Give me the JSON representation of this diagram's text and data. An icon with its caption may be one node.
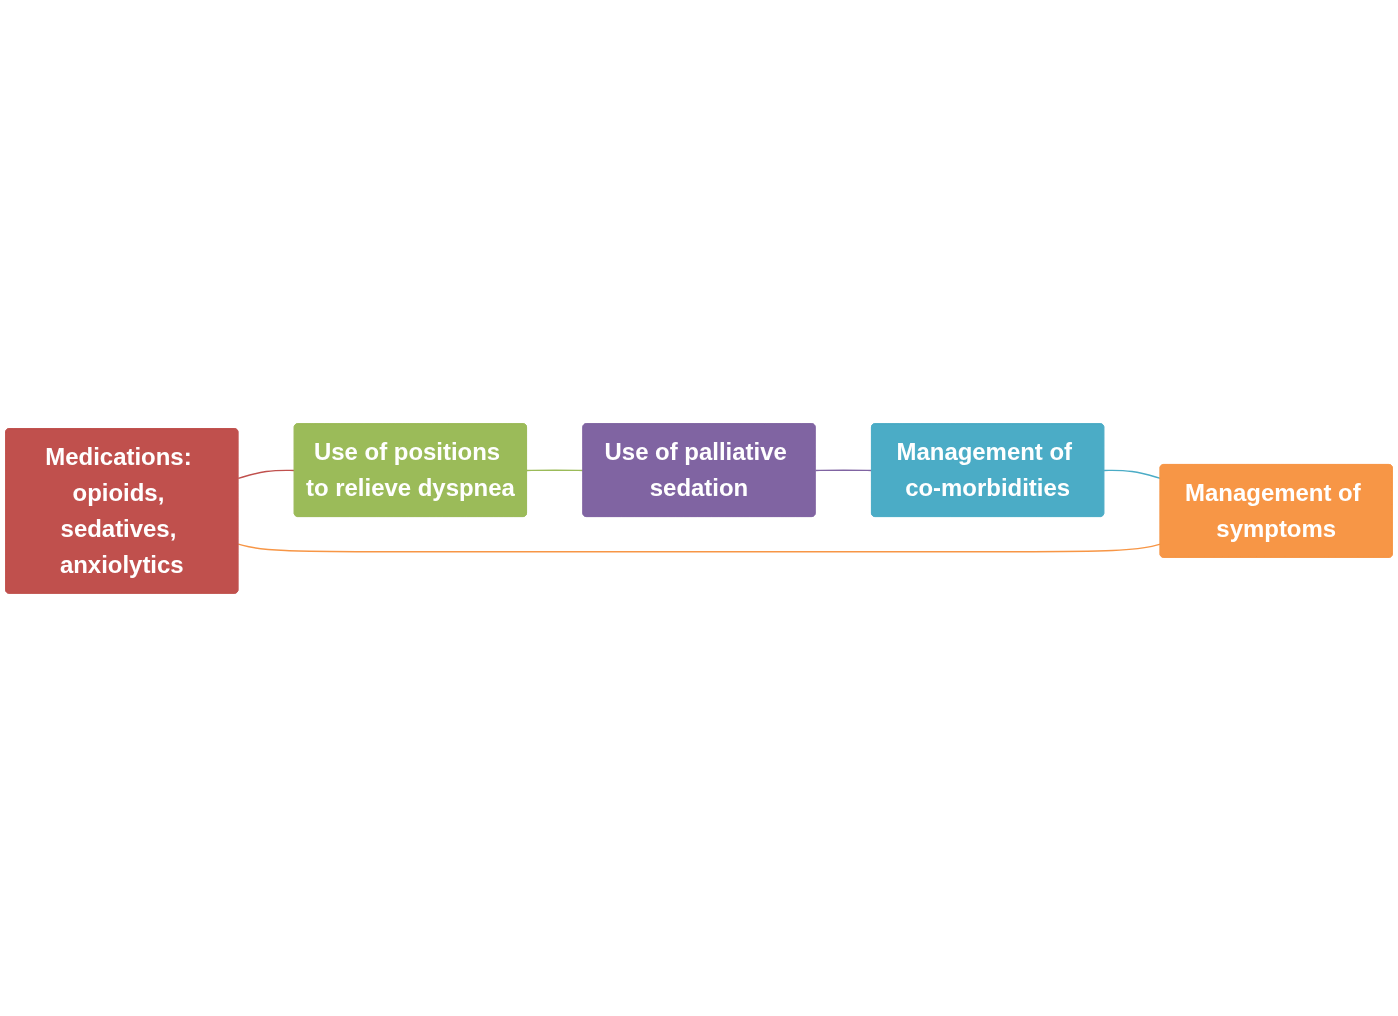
{
  "diagram": {
    "nodes": [
      {
        "text": [
          "Medications: opioids, sedatives, anxiolytics"
        ]
      },
      {
        "text": [
          "Use of positions to relieve dyspnea"
        ]
      },
      {
        "text": [
          "Use of palliative sedation"
        ]
      },
      {
        "text": [
          "Management of co-morbidities"
        ]
      },
      {
        "text": [
          "Management of symptoms"
        ]
      }
    ],
    "edges": [
      {
        "from": 0,
        "to": 1,
        "arrow": "none",
        "color": "#c0504d"
      },
      {
        "from": 1,
        "to": 2,
        "arrow": "none",
        "color": "#9bbb59"
      },
      {
        "from": 2,
        "to": 3,
        "arrow": "none",
        "color": "#8064a2"
      },
      {
        "from": 3,
        "to": 4,
        "arrow": "none",
        "color": "#4bacc6"
      },
      {
        "from": 4,
        "to": 0,
        "arrow": "none",
        "color": "#f79646"
      }
    ]
  }
}
